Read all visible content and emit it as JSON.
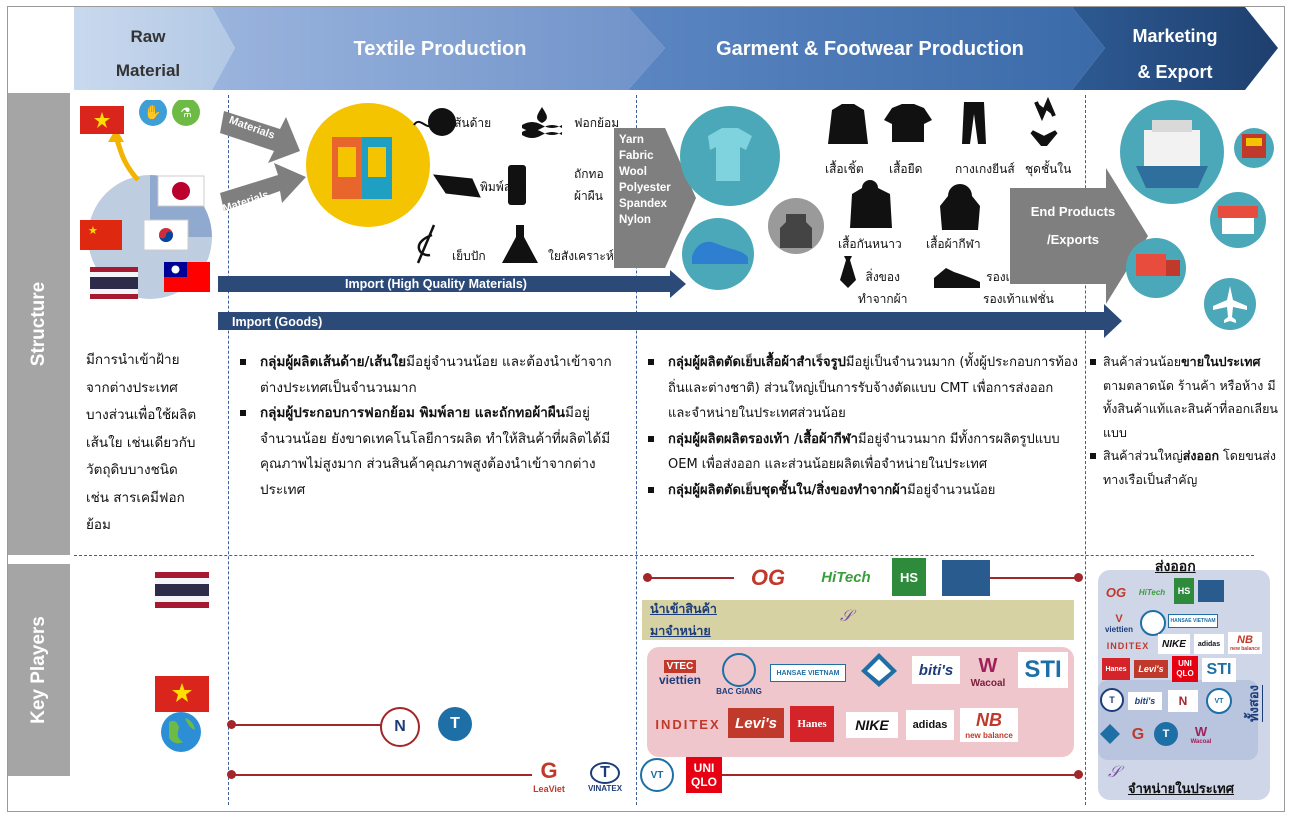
{
  "colors": {
    "header_light": "#bcd0e8",
    "header_mid": "#7f9fd0",
    "header_dark": "#284a7a",
    "arrow_navy": "#2c4a77",
    "side_gray": "#a5a5a5",
    "line_red": "#a2262a",
    "teal": "#4aa8b8"
  },
  "headers": {
    "raw_line1": "Raw",
    "raw_line2": "Material",
    "textile": "Textile Production",
    "garment": "Garment & Footwear Production",
    "marketing_line1": "Marketing",
    "marketing_line2": "& Export"
  },
  "side": {
    "structure": "Structure",
    "key_players": "Key Players"
  },
  "structure": {
    "materials_arrow_1": "Materials",
    "materials_arrow_2": "Materials",
    "textile_items": {
      "yarn": "เส้นด้าย",
      "dyeing": "ฟอกย้อม",
      "printing": "พิมพ์ลาย",
      "weaving_1": "ถักทอ",
      "weaving_2": "ผ้าผืน",
      "embroidery": "เย็บปัก",
      "synthetic": "ใยสังเคราะห์"
    },
    "fabric_list": [
      "Yarn",
      "Fabric",
      "Wool",
      "Polyester",
      "Spandex",
      "Nylon"
    ],
    "garment_items": {
      "shirt": "เสื้อเชิ้ต",
      "tshirt": "เสื้อยืด",
      "jeans": "กางเกงยีนส์",
      "underwear": "ชุดชั้นใน",
      "coat": "เสื้อกันหนาว",
      "sportswear": "เสื้อผ้ากีฬา",
      "textile_goods_1": "สิ่งของ",
      "textile_goods_2": "ทำจากผ้า",
      "sport_shoes_1": "รองเท้ากีฬา/",
      "sport_shoes_2": "รองเท้าแฟชั่น"
    },
    "end_products_1": "End Products",
    "end_products_2": "/Exports",
    "import_high": "Import (High Quality Materials)",
    "import_goods": "Import (Goods)"
  },
  "descriptions": {
    "raw": [
      "มีการนำเข้าฝ้าย",
      "จากต่างประเทศ",
      "บางส่วนเพื่อใช้ผลิต",
      "เส้นใย เช่นเดียวกับ",
      "วัตถุดิบบางชนิด",
      "เช่น สารเคมีฟอก",
      "ย้อม"
    ],
    "textile_1_bold": "กลุ่มผู้ผลิตเส้นด้าย/เส้นใย",
    "textile_1_rest": "มีอยู่จำนวนน้อย และต้องนำเข้าจากต่างประเทศเป็นจำนวนมาก",
    "textile_2_bold": "กลุ่มผู้ประกอบการฟอกย้อม พิมพ์ลาย และถักทอผ้าผืน",
    "textile_2_rest": "มีอยู่จำนวนน้อย ยังขาดเทคโนโลยีการผลิต ทำให้สินค้าที่ผลิตได้มีคุณภาพไม่สูงมาก ส่วนสินค้าคุณภาพสูงต้องนำเข้าจากต่างประเทศ",
    "garment_1_bold": "กลุ่มผู้ผลิตตัดเย็บเสื้อผ้าสำเร็จรูป",
    "garment_1_rest": "มีอยู่เป็นจำนวนมาก (ทั้งผู้ประกอบการท้องถิ่นและต่างชาติ) ส่วนใหญ่เป็นการรับจ้างตัดแบบ CMT เพื่อการส่งออก และจำหน่ายในประเทศส่วนน้อย",
    "garment_2_bold": "กลุ่มผู้ผลิตผลิตรองเท้า /เสื้อผ้ากีฬา",
    "garment_2_rest": "มีอยู่จำนวนมาก มีทั้งการผลิตรูปแบบ OEM เพื่อส่งออก และส่วนน้อยผลิตเพื่อจำหน่ายในประเทศ",
    "garment_3_bold": "กลุ่มผู้ผลิตตัดเย็บชุดชั้นใน/สิ่งของทำจากผ้า",
    "garment_3_rest": "มีอยู่จำนวนน้อย",
    "marketing_1_pre": "สินค้าส่วนน้อย",
    "marketing_1_bold": "ขายในประเทศ",
    "marketing_1_rest": " ตามตลาดนัด ร้านค้า หรือห้าง มีทั้งสินค้าแท้และสินค้าที่ลอกเลียนแบบ",
    "marketing_2_pre": "สินค้าส่วนใหญ่",
    "marketing_2_bold": "ส่งออก",
    "marketing_2_rest": " โดยขนส่งทางเรือเป็นสำคัญ"
  },
  "key_players": {
    "import_label_1": "นำเข้าสินค้า",
    "import_label_2": "มาจำหน่าย",
    "export_title": "ส่งออก",
    "both_label": "ทั้งสอง",
    "domestic_label": "จำหน่ายในประเทศ",
    "logos": {
      "og": "OG",
      "hitech": "HiTech",
      "hs": "HS",
      "vtec": "VTEC",
      "viettien": "viettien",
      "bacgiang": "BAC GIANG",
      "hansae": "HANSAE VIETNAM",
      "bitis": "biti's",
      "wacoal": "Wacoal",
      "sti": "STI",
      "inditex": "INDITEX",
      "levis": "Levi's",
      "hanes": "Hanes",
      "nike": "NIKE",
      "adidas": "adidas",
      "nb": "new balance",
      "uniqlo_1": "UNI",
      "uniqlo_2": "QLO",
      "vinatex": "VINATEX",
      "leaviet": "LeaViet",
      "viettien_s": "viettien",
      "inditex_s": "INDITEX",
      "hanes_s": "Hanes",
      "levis_s": "Levi's",
      "nike_s": "NIKE",
      "adidas_s": "adidas",
      "nb_s": "new balance",
      "uni_s1": "UNI",
      "uni_s2": "QLO",
      "sti_s": "STI",
      "bitis_s": "biti's",
      "wacoal_s": "Wacoal",
      "hansae_s": "HANSAE VIETNAM"
    }
  }
}
